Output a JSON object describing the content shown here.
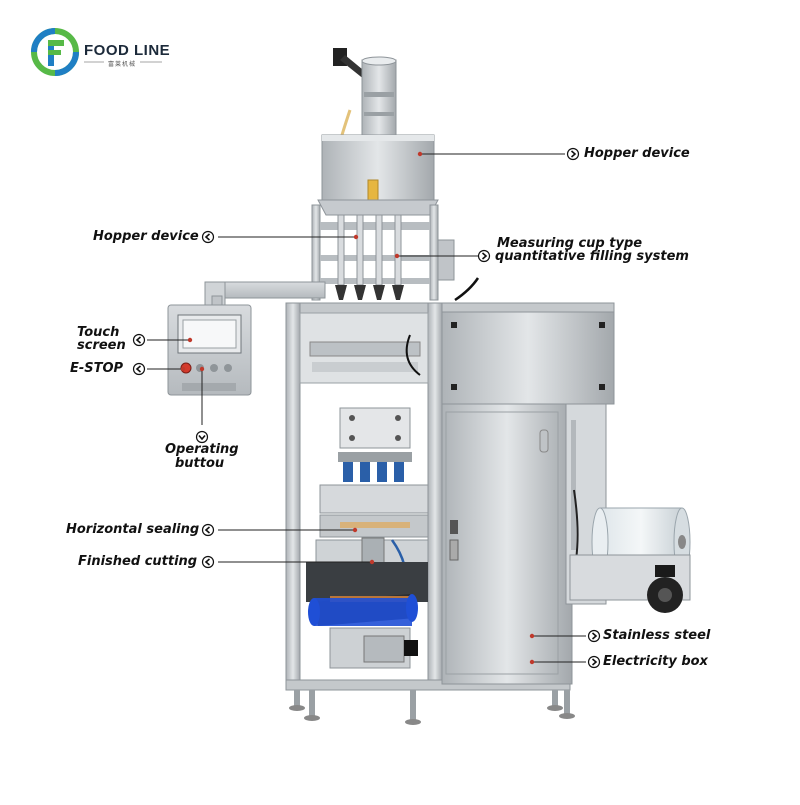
{
  "logo": {
    "name": "FOOD LINE",
    "subtitle": "富莱机械"
  },
  "labels": {
    "hopper_top": "Hopper device",
    "hopper_left": "Hopper device",
    "measuring_1": "Measuring cup type",
    "measuring_2": "quantitative filling system",
    "touch_1": "Touch",
    "touch_2": "screen",
    "estop": "E-STOP",
    "operating_1": "Operating",
    "operating_2": "buttou",
    "horizontal": "Horizontal sealing",
    "finished": "Finished cutting",
    "stainless": "Stainless steel",
    "electricity": "Electricity box"
  },
  "colors": {
    "logo_green": "#57b947",
    "logo_blue": "#1f7fc4",
    "steel": "#c9cdd0",
    "steel_dark": "#8e9499",
    "belt_blue": "#1f4fd6",
    "callout_dot": "#c0392b"
  },
  "icons": {
    "callout": "arrow-circle-icon"
  }
}
